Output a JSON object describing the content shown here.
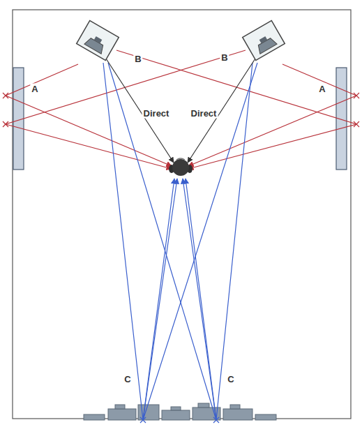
{
  "diagram": {
    "labels": [
      "B",
      "B",
      "A",
      "A",
      "Direct",
      "Direct",
      "C",
      "C"
    ]
  }
}
